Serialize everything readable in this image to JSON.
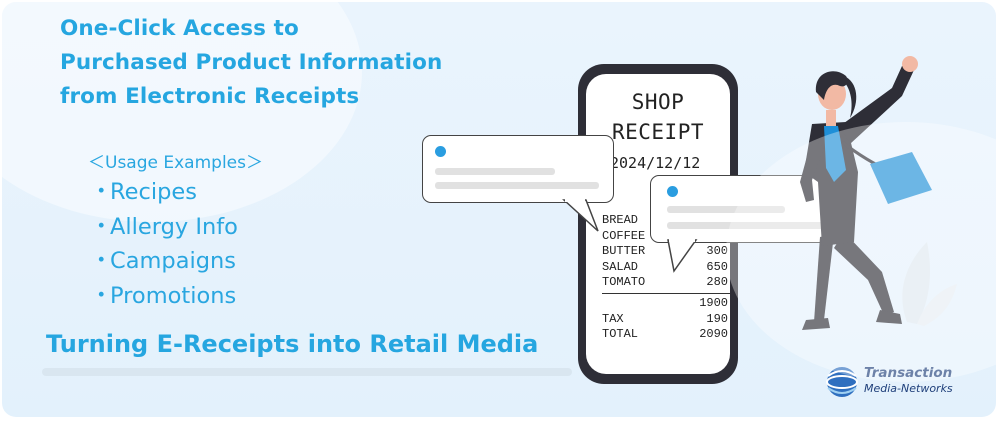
{
  "headline": {
    "line1": "One-Click Access to",
    "line2": "Purchased Product Information",
    "line3": "from Electronic Receipts"
  },
  "usage": {
    "title": "＜Usage Examples＞",
    "bullet": "・",
    "items": [
      "Recipes",
      "Allergy Info",
      "Campaigns",
      "Promotions"
    ]
  },
  "tagline": "Turning E-Receipts into Retail Media",
  "receipt": {
    "title_line1": "SHOP",
    "title_line2": "RECEIPT",
    "date": "2024/12/12",
    "items": [
      {
        "name": "BREAD",
        "price": ""
      },
      {
        "name": "COFFEE",
        "price": ""
      },
      {
        "name": "BUTTER",
        "price": "300"
      },
      {
        "name": "SALAD",
        "price": "650"
      },
      {
        "name": "TOMATO",
        "price": "280"
      }
    ],
    "subtotal": "1900",
    "tax_label": "TAX",
    "tax": "190",
    "total_label": "TOTAL",
    "total": "2090"
  },
  "logo": {
    "title": "Transaction",
    "subtitle": "Media-Networks"
  },
  "colors": {
    "accent": "#29a6e0",
    "background": "#e6f3fd",
    "bag": "#1e8fd8",
    "dark": "#2e2e37"
  }
}
